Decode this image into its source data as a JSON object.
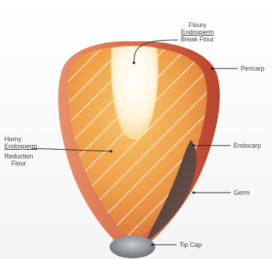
{
  "labels": {
    "floury_endosperm": {
      "line1": "Floury",
      "line2": "Endosperm",
      "line3": "Break Flour"
    },
    "pericarp": "Pericarp",
    "horny_endosperm": {
      "line1": "Horny",
      "line2": "Endosperm",
      "line3": "Reduction",
      "line4": "Flour"
    },
    "endocarp": "Endocarp",
    "germ": "Germ",
    "tip_cap": "Tip Cap"
  },
  "colors": {
    "pericarp": "#c8543a",
    "horny_endosperm": "#f0a24a",
    "floury_endosperm": "#fff8e6",
    "germ": "#5a4a48",
    "tip_cap": "#8a8f96",
    "label_text": "#3a3a3a",
    "leader_line": "#222222"
  }
}
